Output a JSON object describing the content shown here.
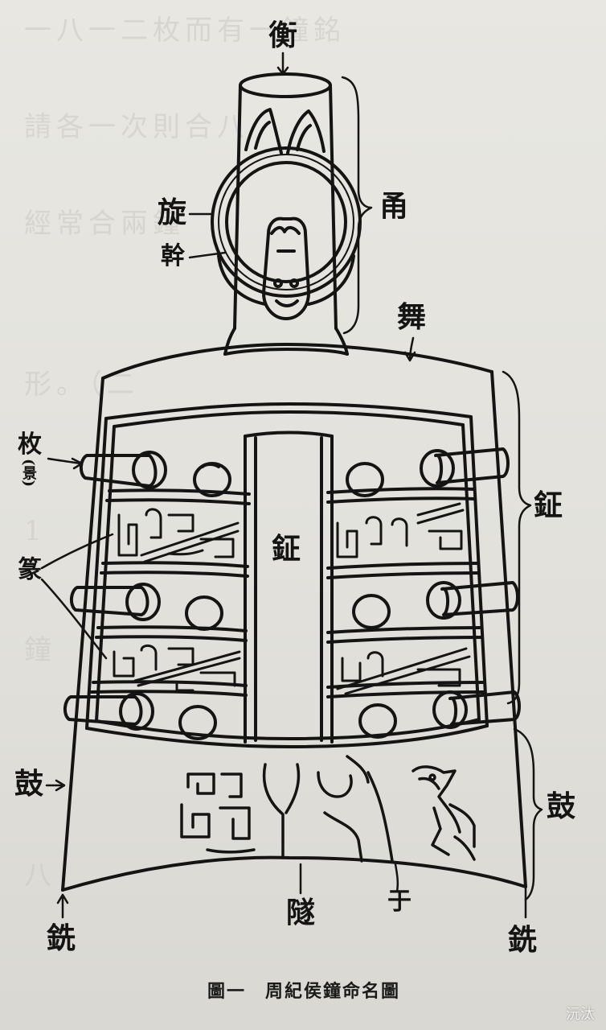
{
  "labels": {
    "heng": "衡",
    "xuan": "旋",
    "gan": "幹",
    "yong": "甬",
    "wu": "舞",
    "mei": "枚",
    "mei_note": "(景)",
    "zhuan": "篆",
    "zheng_center": "鉦",
    "zheng_side": "鉦",
    "gu_left": "鼓",
    "gu_right": "鼓",
    "sui": "隧",
    "yu": "于",
    "xian_left": "銑",
    "xian_right": "銑"
  },
  "caption": "圖一　周紀侯鐘命名圖",
  "watermark": "沅汰",
  "colors": {
    "ink": "#141414",
    "paper": "#e4e3de"
  }
}
